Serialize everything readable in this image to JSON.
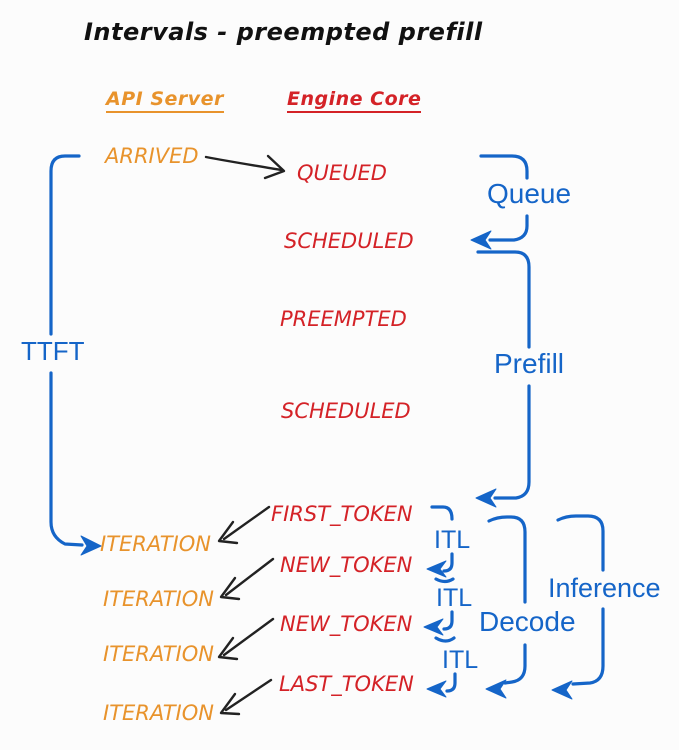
{
  "title": "Intervals - preempted prefill",
  "columns": {
    "api_server": "API Server",
    "engine_core": "Engine Core"
  },
  "api_events": {
    "arrived": "ARRIVED",
    "iteration1": "ITERATION",
    "iteration2": "ITERATION",
    "iteration3": "ITERATION",
    "iteration4": "ITERATION"
  },
  "engine_events": {
    "queued": "QUEUED",
    "scheduled1": "SCHEDULED",
    "preempted": "PREEMPTED",
    "scheduled2": "SCHEDULED",
    "first_token": "FIRST_TOKEN",
    "new_token1": "NEW_TOKEN",
    "new_token2": "NEW_TOKEN",
    "last_token": "LAST_TOKEN"
  },
  "intervals": {
    "ttft": "TTFT",
    "queue": "Queue",
    "prefill": "Prefill",
    "itl1": "ITL",
    "itl2": "ITL",
    "itl3": "ITL",
    "decode": "Decode",
    "inference": "Inference"
  },
  "colors": {
    "api_server": "#E8932C",
    "engine_core": "#D42227",
    "intervals": "#1565C8",
    "arrows": "#222222",
    "title": "#111111",
    "background": "#FCFCFC"
  }
}
